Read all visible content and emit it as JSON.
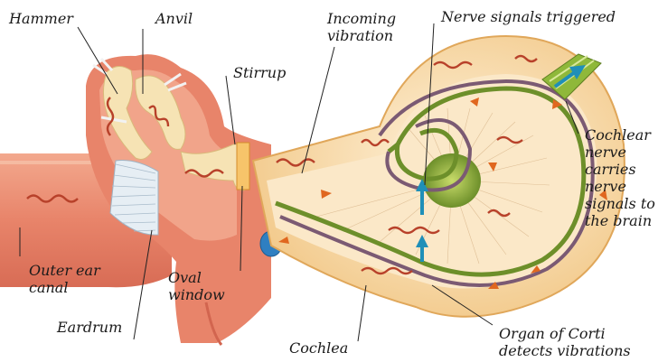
{
  "labels": {
    "hammer": "Hammer",
    "anvil": "Anvil",
    "stirrup": "Stirrup",
    "incoming_vibration": "Incoming\nvibration",
    "nerve_signals_triggered": "Nerve signals triggered",
    "cochlear_nerve": "Cochlear\nnerve\ncarries\nnerve\nsignals to\nthe brain",
    "outer_ear_canal": "Outer ear\ncanal",
    "oval_window": "Oval\nwindow",
    "eardrum": "Eardrum",
    "cochlea": "Cochlea",
    "organ_of_corti": "Organ of Corti\ndetects vibrations"
  },
  "colors": {
    "canal_skin": "#e8846a",
    "canal_light": "#f4b39a",
    "bone": "#f6e3b4",
    "cochlea_outer": "#f7d9a3",
    "cochlea_inner": "#fbe8c8",
    "membrane_green": "#6d8f2a",
    "membrane_purple": "#7b5a73",
    "wave_red": "#b8412a",
    "arrow_orange": "#e0671f",
    "nerve_blue": "#1f8fb8",
    "nerve_green": "#8fb83a"
  }
}
